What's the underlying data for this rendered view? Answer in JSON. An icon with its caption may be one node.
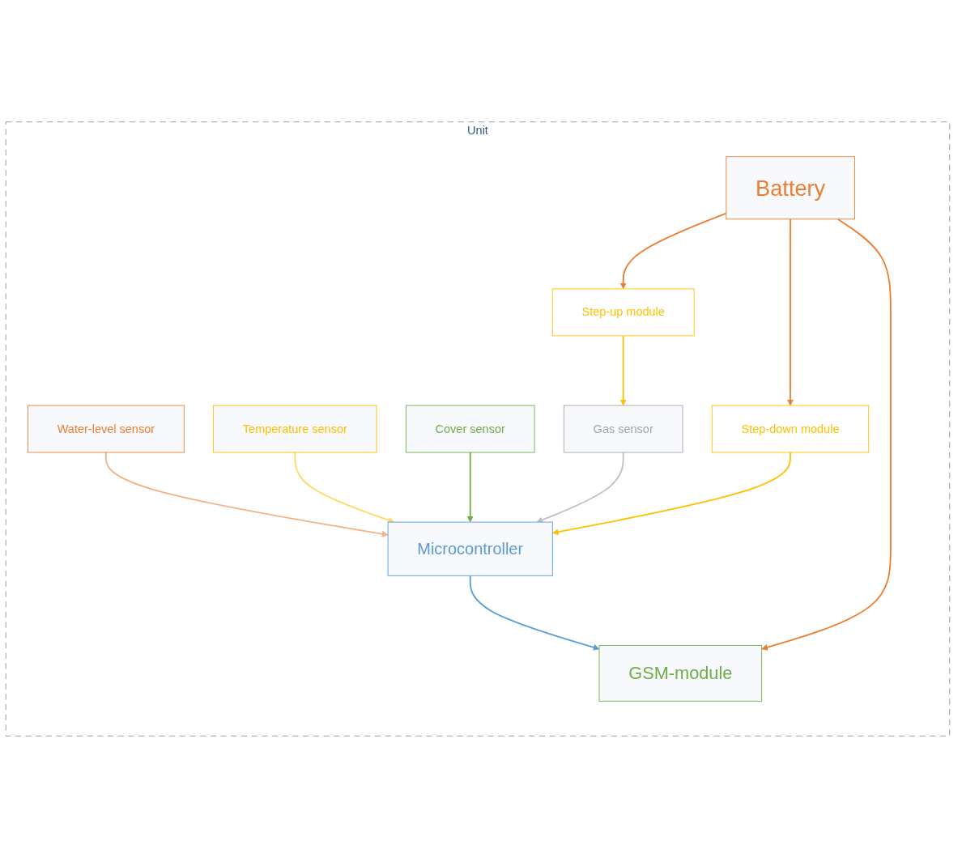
{
  "diagram": {
    "nodes": [
      {
        "text": [
          "Unit"
        ]
      },
      {
        "text": [
          "Water-level sensor"
        ],
        "in": 0
      },
      {
        "text": [
          "Temperature sensor"
        ],
        "in": 0
      },
      {
        "text": [
          "Cover sensor"
        ],
        "in": 0
      },
      {
        "text": [
          "Gas sensor"
        ],
        "in": 0
      },
      {
        "text": [
          "Microcontroller"
        ],
        "in": 0
      },
      {
        "text": [
          "GSM-module"
        ],
        "in": 0
      },
      {
        "text": [
          "Step-down module"
        ],
        "in": 0
      },
      {
        "text": [
          "Battery"
        ],
        "in": 0
      },
      {
        "text": [
          "Step-up module"
        ],
        "in": 0
      }
    ],
    "edges": [
      {
        "from": 1,
        "to": 5,
        "arrow": "to",
        "color": "#f4b183"
      },
      {
        "from": 2,
        "to": 5,
        "arrow": "to",
        "color": "#ffd966"
      },
      {
        "from": 3,
        "to": 5,
        "arrow": "to",
        "color": "#70ad47"
      },
      {
        "from": 4,
        "to": 5,
        "arrow": "to",
        "color": "#bfbfbf"
      },
      {
        "from": 5,
        "to": 6,
        "arrow": "to",
        "color": "#5b9bd5"
      },
      {
        "from": 8,
        "to": 7,
        "arrow": "to",
        "color": "#ed7d31"
      },
      {
        "from": 7,
        "to": 5,
        "arrow": "to",
        "color": "#ffc000"
      },
      {
        "from": 8,
        "to": 6,
        "arrow": "to",
        "color": "#ed7d31"
      },
      {
        "from": 8,
        "to": 9,
        "arrow": "to",
        "color": "#ed7d31"
      },
      {
        "from": 9,
        "to": 4,
        "arrow": "to",
        "color": "#ffc000"
      }
    ]
  }
}
